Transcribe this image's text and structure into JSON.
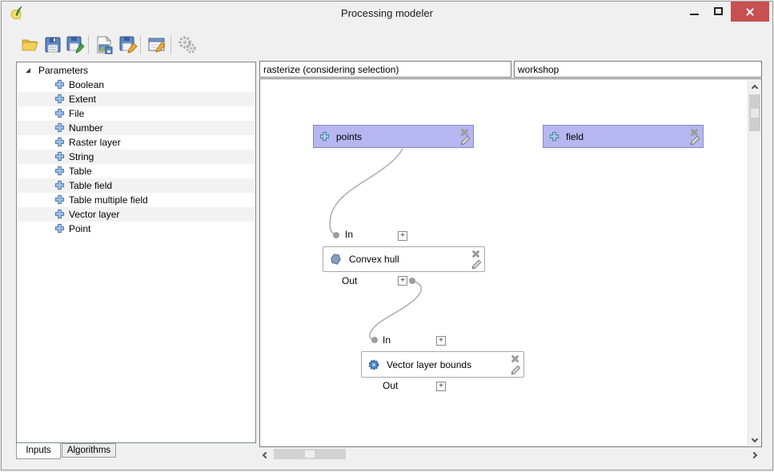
{
  "window": {
    "title": "Processing modeler"
  },
  "toolbar": {
    "buttons": [
      {
        "icon": "open-model-icon"
      },
      {
        "icon": "save-model-icon"
      },
      {
        "icon": "save-model-as-icon"
      },
      {
        "icon": "export-as-image-icon"
      },
      {
        "icon": "export-as-python-icon"
      },
      {
        "icon": "edit-model-help-icon"
      },
      {
        "icon": "run-model-icon"
      }
    ]
  },
  "sidebar": {
    "root_label": "Parameters",
    "items": [
      "Boolean",
      "Extent",
      "File",
      "Number",
      "Raster layer",
      "String",
      "Table",
      "Table field",
      "Table multiple field",
      "Vector layer",
      "Point"
    ],
    "tabs": [
      {
        "label": "Inputs",
        "active": true
      },
      {
        "label": "Algorithms",
        "active": false
      }
    ]
  },
  "header_fields": {
    "model_name": "rasterize (considering selection)",
    "model_group": "workshop"
  },
  "canvas": {
    "expander_glyph": "+",
    "inputs": [
      {
        "label": "points"
      },
      {
        "label": "field"
      }
    ],
    "algorithms": [
      {
        "label": "Convex hull",
        "in_label": "In",
        "out_label": "Out"
      },
      {
        "label": "Vector layer bounds",
        "in_label": "In",
        "out_label": "Out"
      }
    ]
  },
  "colors": {
    "input_node_fill": "#b6b6f0",
    "close_button": "#c75050",
    "canvas_bg": "#ffffff",
    "wire": "#b0b0b0"
  }
}
